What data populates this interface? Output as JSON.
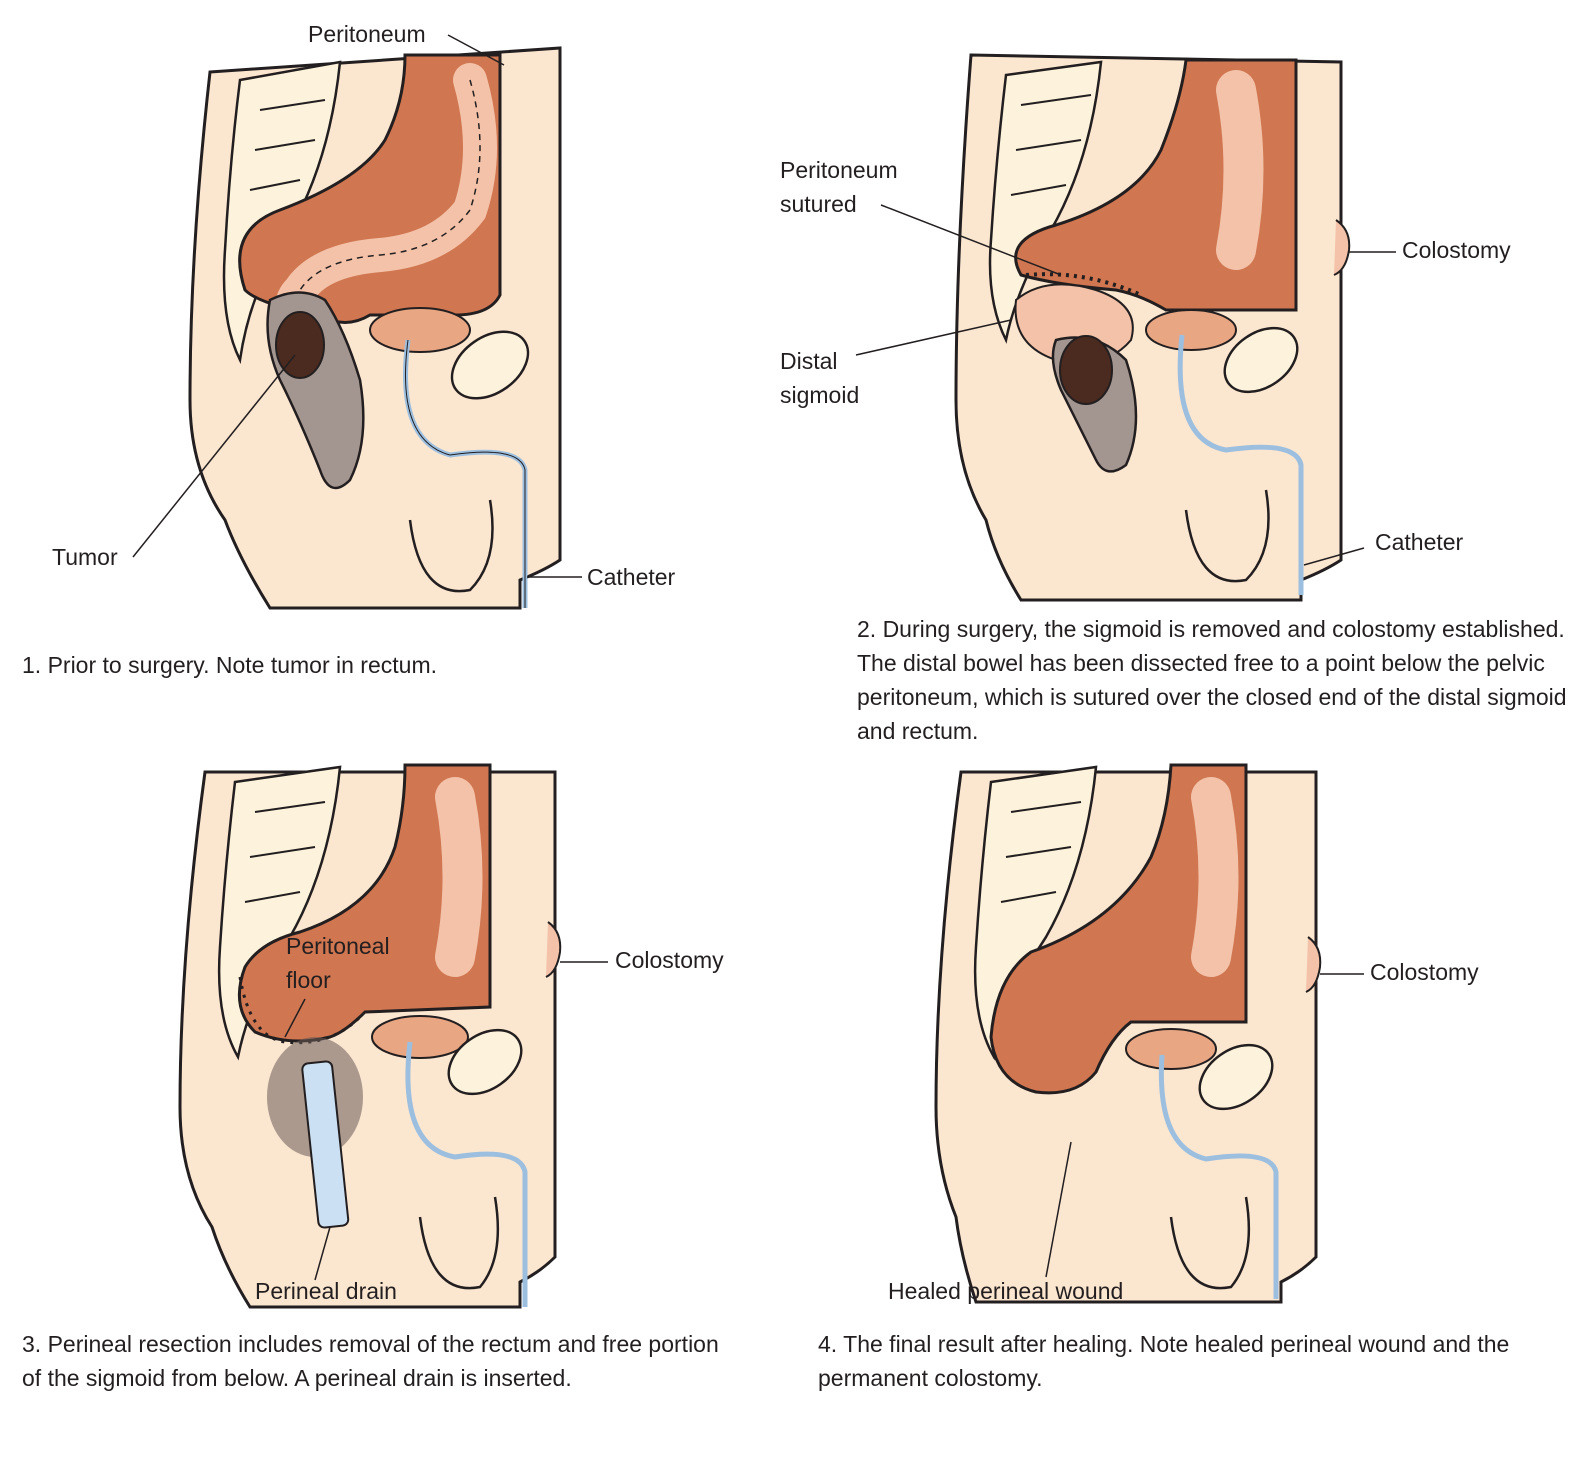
{
  "colors": {
    "skin": "#fbe6d0",
    "organ": "#d07650",
    "bowel": "#f3c2a8",
    "bone": "#fdf3dc",
    "tumor_wall": "#a3958f",
    "drain": "#cbe0f2",
    "outline": "#231f20"
  },
  "panel1": {
    "labels": {
      "peritoneum": "Peritoneum",
      "tumor": "Tumor",
      "catheter": "Catheter"
    },
    "caption": "1. Prior to surgery. Note tumor in rectum."
  },
  "panel2": {
    "labels": {
      "peritoneum_sutured": "Peritoneum sutured",
      "distal_sigmoid": "Distal sigmoid",
      "colostomy": "Colostomy",
      "catheter": "Catheter"
    },
    "caption": "2. During surgery, the sigmoid is removed and colostomy established. The distal bowel has been dissected free to a point below the pelvic peritoneum, which is sutured over the closed end of the distal sigmoid and rectum."
  },
  "panel3": {
    "labels": {
      "peritoneal_floor": "Peritoneal floor",
      "colostomy": "Colostomy",
      "perineal_drain": "Perineal drain"
    },
    "caption": "3. Perineal resection includes removal of the rectum and free portion of the sigmoid from below. A perineal drain is inserted."
  },
  "panel4": {
    "labels": {
      "colostomy": "Colostomy",
      "healed_perineal_wound": "Healed perineal wound"
    },
    "caption": "4. The final result after healing. Note healed perineal wound and the permanent colostomy."
  }
}
